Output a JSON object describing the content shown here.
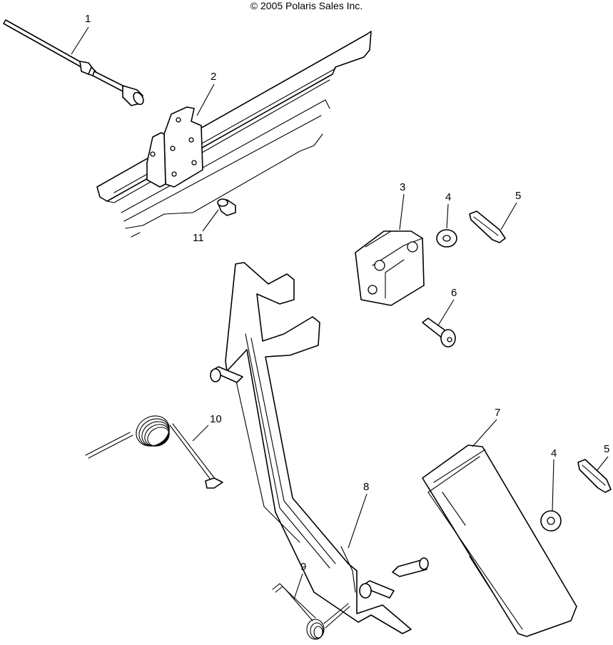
{
  "copyright": "© 2005 Polaris Sales Inc.",
  "callouts": [
    {
      "id": "1",
      "label": "1"
    },
    {
      "id": "2",
      "label": "2"
    },
    {
      "id": "3",
      "label": "3"
    },
    {
      "id": "4a",
      "label": "4"
    },
    {
      "id": "5a",
      "label": "5"
    },
    {
      "id": "6",
      "label": "6"
    },
    {
      "id": "7",
      "label": "7"
    },
    {
      "id": "4b",
      "label": "4"
    },
    {
      "id": "5b",
      "label": "5"
    },
    {
      "id": "8",
      "label": "8"
    },
    {
      "id": "9",
      "label": "9"
    },
    {
      "id": "10",
      "label": "10"
    },
    {
      "id": "11",
      "label": "11"
    }
  ]
}
